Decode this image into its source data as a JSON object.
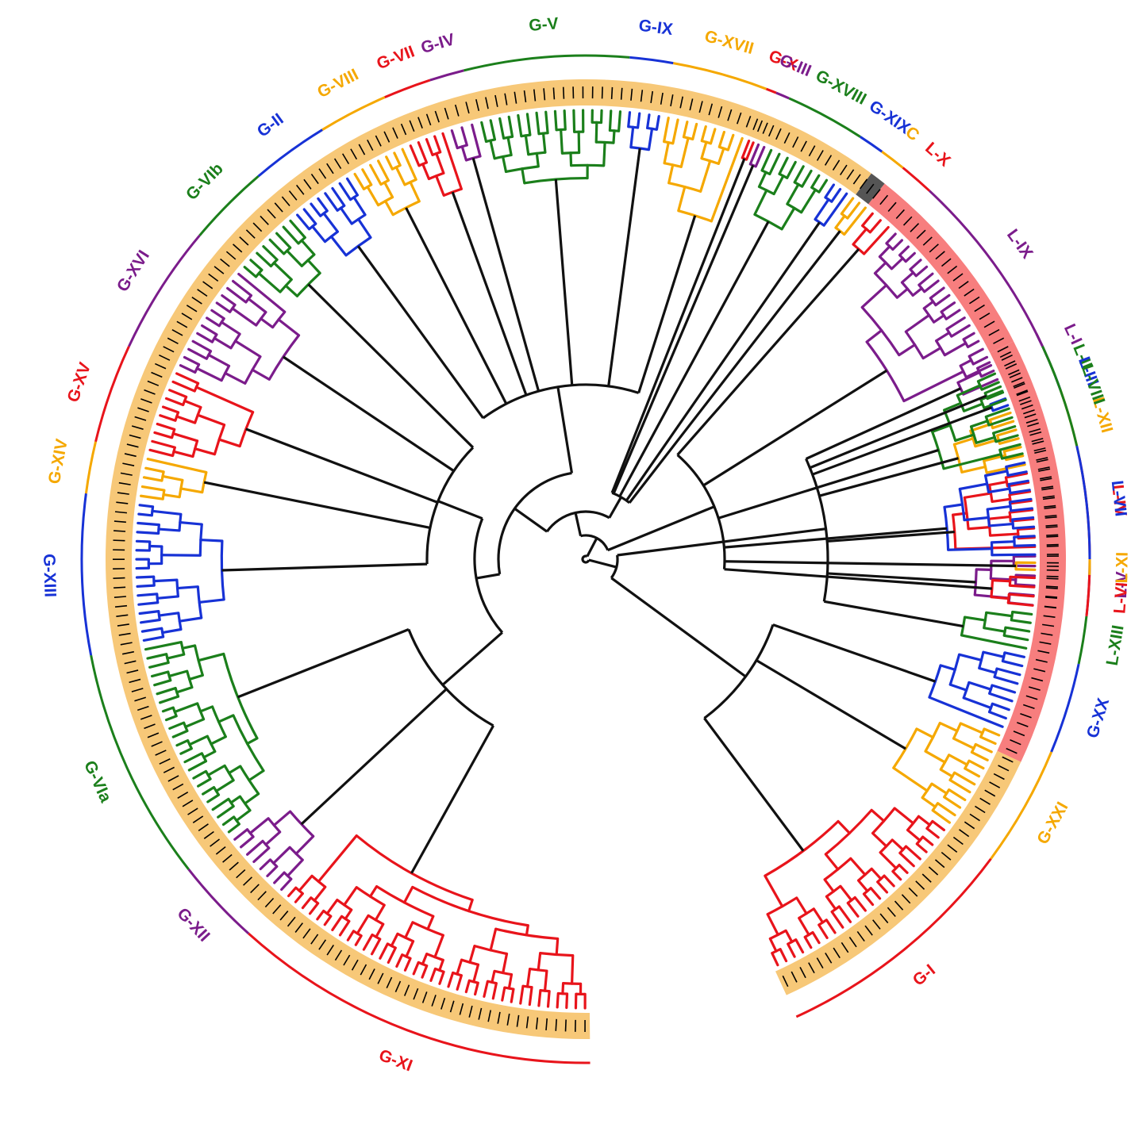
{
  "colors": {
    "red": "#e8141b",
    "purple": "#7b1c8b",
    "green": "#1b7f1b",
    "blue": "#1732d6",
    "orange": "#f5a800",
    "black": "#111111",
    "ring_lectin": "#f77e7e",
    "ring_gaa": "#f7c878",
    "ring_c": "#555555"
  },
  "clades": [
    {
      "label": "L-I",
      "color": "purple",
      "start": 63.4,
      "end": 67.0
    },
    {
      "label": "L-II",
      "color": "green",
      "start": 67.0,
      "end": 68.6
    },
    {
      "label": "L-III",
      "color": "blue",
      "start": 68.6,
      "end": 70.4
    },
    {
      "label": "L-XII",
      "color": "orange",
      "start": 70.4,
      "end": 78.4
    },
    {
      "label": "L-IV",
      "color": "red",
      "start": 78.4,
      "end": 89.0
    },
    {
      "label": "L-V",
      "color": "purple",
      "start": 89.0,
      "end": 96.5
    },
    {
      "label": "L-XIII",
      "color": "green",
      "start": 96.5,
      "end": 102.0
    },
    {
      "label": "G-XX",
      "color": "blue",
      "start": 102.0,
      "end": 112.5
    },
    {
      "label": "G-XXI",
      "color": "orange",
      "start": 112.5,
      "end": 126.5
    },
    {
      "label": "G-I",
      "color": "red",
      "start": 126.5,
      "end": 155.3
    },
    {
      "label": "G-XI",
      "color": "red",
      "start": 179.5,
      "end": 222.0
    },
    {
      "label": "G-XII",
      "color": "purple",
      "start": 222.0,
      "end": 232.0
    },
    {
      "label": "G-VIa",
      "color": "green",
      "start": 232.0,
      "end": 259.0
    },
    {
      "label": "G-XIII",
      "color": "blue",
      "start": 259.0,
      "end": 277.5
    },
    {
      "label": "G-XIV",
      "color": "orange",
      "start": 277.5,
      "end": 283.5
    },
    {
      "label": "G-XV",
      "color": "red",
      "start": 283.5,
      "end": 295.0
    },
    {
      "label": "G-XVI",
      "color": "purple",
      "start": 295.0,
      "end": 310.0
    },
    {
      "label": "G-VIb",
      "color": "green",
      "start": 310.0,
      "end": 319.5
    },
    {
      "label": "G-II",
      "color": "blue",
      "start": 319.5,
      "end": 328.5
    },
    {
      "label": "G-VIII",
      "color": "orange",
      "start": 328.5,
      "end": 336.5
    },
    {
      "label": "G-VII",
      "color": "red",
      "start": 336.5,
      "end": 342.0
    },
    {
      "label": "G-IV",
      "color": "purple",
      "start": 342.0,
      "end": 346.0
    },
    {
      "label": "G-V",
      "color": "green",
      "start": 346.0,
      "end": 365.0
    },
    {
      "label": "G-IX",
      "color": "blue",
      "start": 365.0,
      "end": 370.0
    },
    {
      "label": "G-XVII",
      "color": "orange",
      "start": 370.0,
      "end": 381.0
    },
    {
      "label": "G-X",
      "color": "red",
      "start": 381.0,
      "end": 382.2
    },
    {
      "label": "G-III",
      "color": "purple",
      "start": 382.2,
      "end": 383.8
    },
    {
      "label": "G-XVIII",
      "color": "green",
      "start": 383.8,
      "end": 393.0
    },
    {
      "label": "G-XIX",
      "color": "blue",
      "start": 393.0,
      "end": 396.0
    },
    {
      "label": "C",
      "color": "orange",
      "start": 396.0,
      "end": 399.0
    },
    {
      "label": "L-X",
      "color": "red",
      "start": 399.0,
      "end": 403.0
    },
    {
      "label": "L-IX",
      "color": "purple",
      "start": 403.0,
      "end": 425.0
    },
    {
      "label": "L-VIII",
      "color": "green",
      "start": 425.0,
      "end": 437.0
    },
    {
      "label": "L-VII",
      "color": "blue",
      "start": 437.0,
      "end": 450.0
    },
    {
      "label": "L-XI",
      "color": "orange",
      "start": 450.0,
      "end": 451.8
    },
    {
      "label": "L-VI",
      "color": "red",
      "start": 451.8,
      "end": 456.5
    }
  ],
  "rings": [
    {
      "color": "ring_lectin",
      "start": 63.0,
      "end": 115.0
    },
    {
      "color": "ring_gaa",
      "start": 115.0,
      "end": 155.3
    },
    {
      "color": "ring_gaa",
      "start": 179.5,
      "end": 396.5
    },
    {
      "color": "ring_c",
      "start": 396.5,
      "end": 398.5
    },
    {
      "color": "ring_lectin",
      "start": 398.5,
      "end": 423.0
    }
  ]
}
